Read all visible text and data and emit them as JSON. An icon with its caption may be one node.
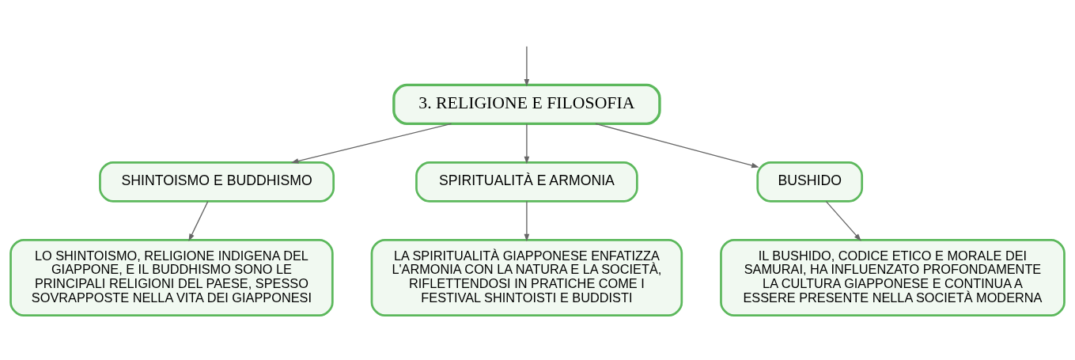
{
  "diagram": {
    "nodes": [
      {
        "text": [
          "3. RELIGIONE E FILOSOFIA"
        ]
      },
      {
        "text": [
          "SHINTOISMO E BUDDHISMO"
        ]
      },
      {
        "text": [
          "SPIRITUALITÀ E ARMONIA"
        ]
      },
      {
        "text": [
          "BUSHIDO"
        ]
      },
      {
        "text": [
          "LO SHINTOISMO, RELIGIONE INDIGENA DEL GIAPPONE, E IL BUDDHISMO SONO LE PRINCIPALI RELIGIONI DEL PAESE, SPESSO SOVRAPPOSTE NELLA VITA DEI GIAPPONESI"
        ]
      },
      {
        "text": [
          "LA SPIRITUALITÀ GIAPPONESE ENFATIZZA L'ARMONIA CON LA NATURA E LA SOCIETÀ, RIFLETTENDOSI IN PRATICHE COME I FESTIVAL SHINTOISTI E BUDDISTI"
        ]
      },
      {
        "text": [
          "IL BUSHIDO, CODICE ETICO E MORALE DEI SAMURAI, HA INFLUENZATO PROFONDAMENTE LA CULTURA GIAPPONESE E CONTINUA A ESSERE PRESENTE NELLA SOCIETÀ MODERNA"
        ]
      }
    ],
    "edges": [
      {
        "from": null,
        "to": 0,
        "arrow": "to"
      },
      {
        "from": 0,
        "to": 1,
        "arrow": "to"
      },
      {
        "from": 0,
        "to": 2,
        "arrow": "to"
      },
      {
        "from": 0,
        "to": 3,
        "arrow": "to"
      },
      {
        "from": 1,
        "to": 4,
        "arrow": "to"
      },
      {
        "from": 2,
        "to": 5,
        "arrow": "to"
      },
      {
        "from": 3,
        "to": 6,
        "arrow": "to"
      }
    ]
  }
}
